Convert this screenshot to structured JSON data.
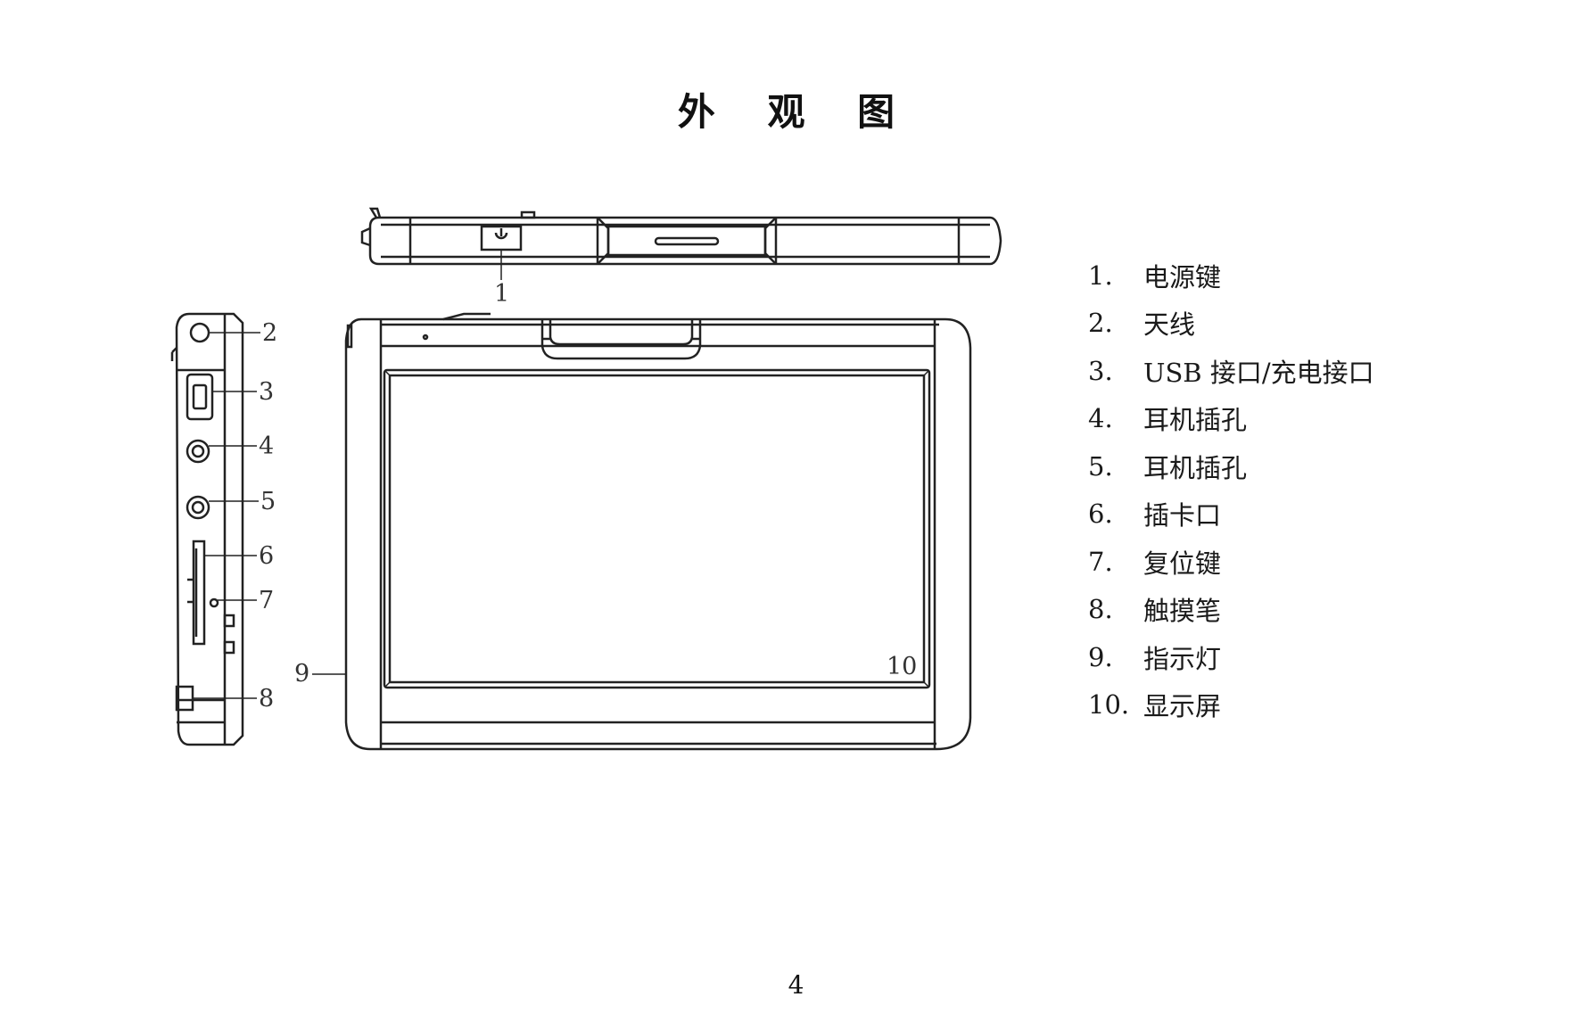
{
  "page": {
    "title": "外 观 图",
    "page_number": "4"
  },
  "figure": {
    "callouts": [
      "1",
      "2",
      "3",
      "4",
      "5",
      "6",
      "7",
      "8",
      "9",
      "10"
    ]
  },
  "legend": {
    "items": [
      {
        "num": "1.",
        "label": "电源键"
      },
      {
        "num": "2.",
        "label": "天线"
      },
      {
        "num": "3.",
        "label": "USB 接口/充电接口"
      },
      {
        "num": "4.",
        "label": "耳机插孔"
      },
      {
        "num": "5.",
        "label": "耳机插孔"
      },
      {
        "num": "6.",
        "label": "插卡口"
      },
      {
        "num": "7.",
        "label": "复位键"
      },
      {
        "num": "8.",
        "label": "触摸笔"
      },
      {
        "num": "9.",
        "label": "指示灯"
      },
      {
        "num": "10.",
        "label": "显示屏"
      }
    ]
  }
}
